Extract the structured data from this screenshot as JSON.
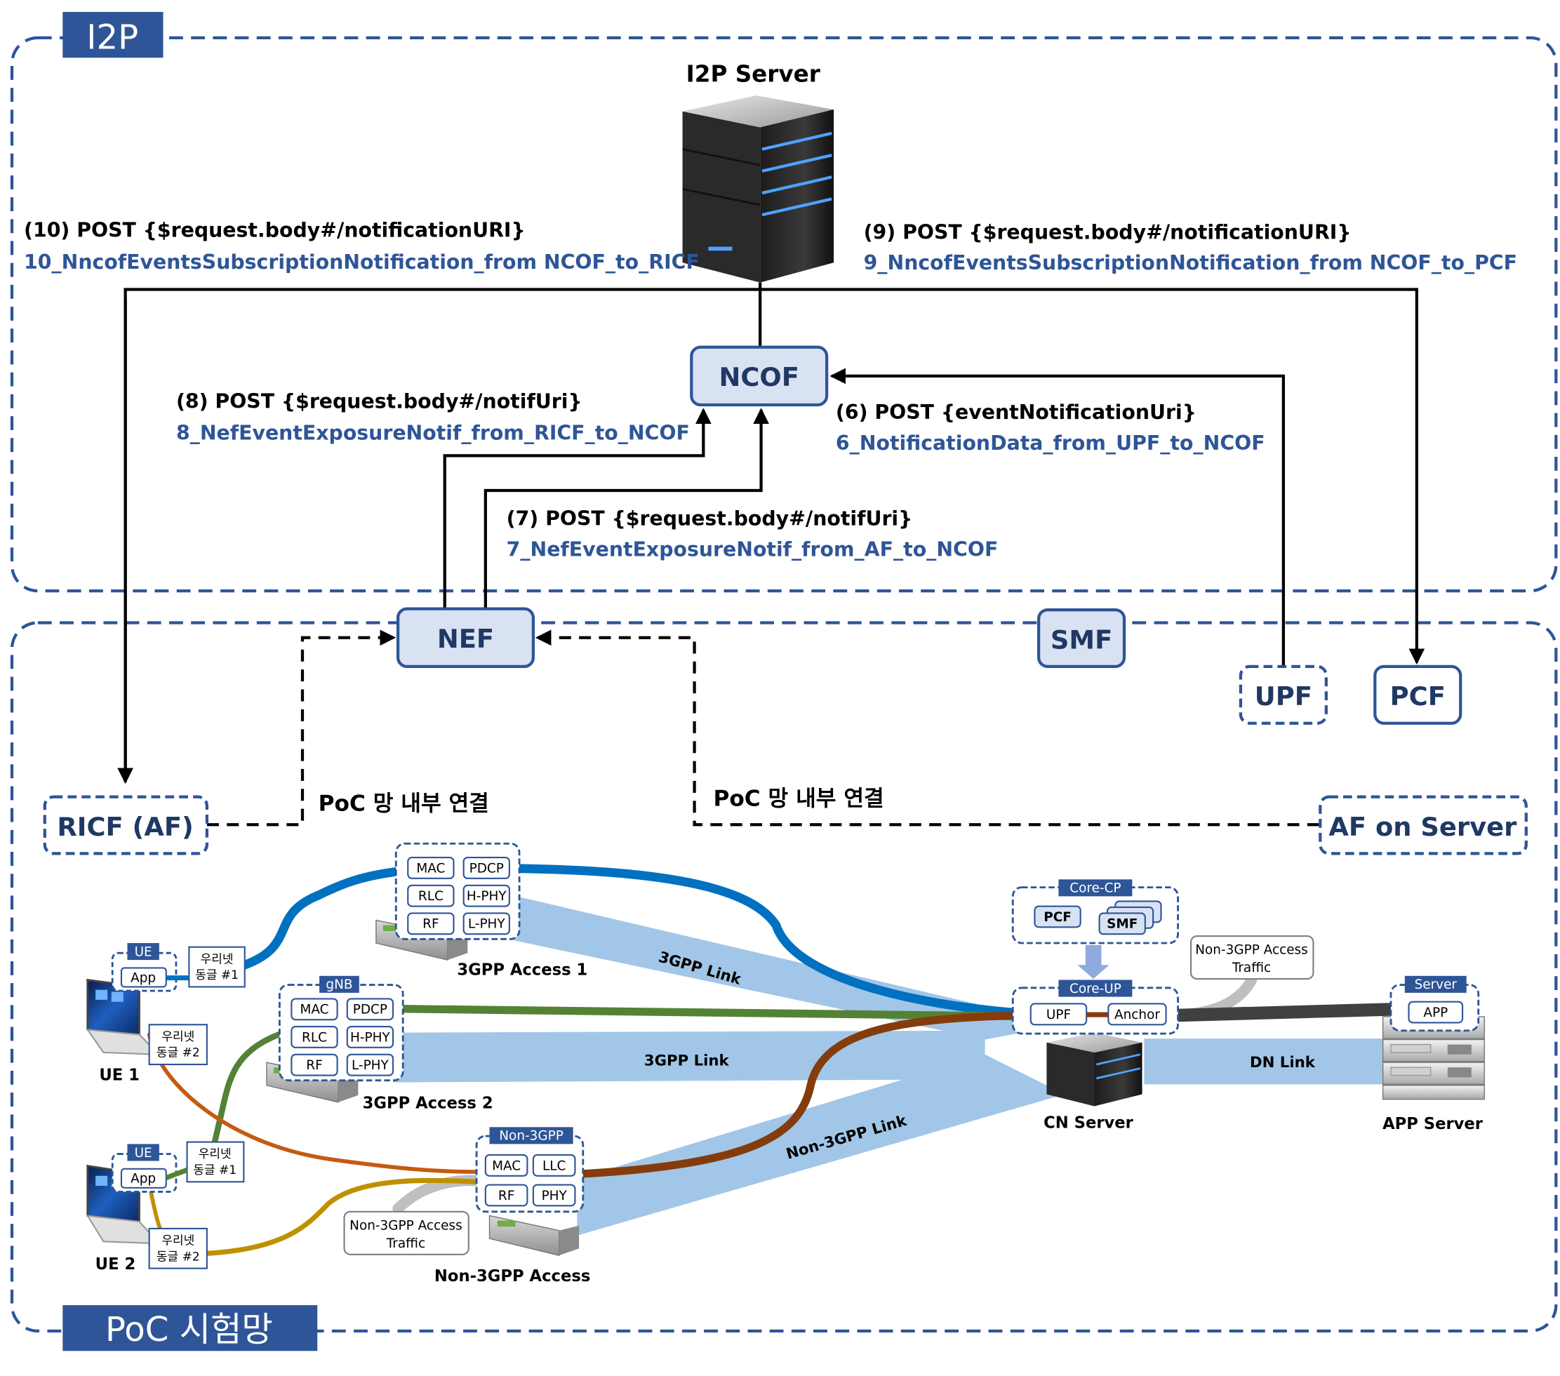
{
  "colors": {
    "frame": "#2e5597",
    "label_bg": "#2e5597",
    "box_fill": "#d9e2f3",
    "blue_text": "#2e5597",
    "link_light_blue": "#9dc3e6",
    "link_blue": "#0070c0",
    "link_green": "#548235",
    "link_orange": "#c55a11",
    "link_gold": "#bf9000",
    "link_gray": "#bfbfbf",
    "link_dark": "#404040"
  },
  "zones": {
    "i2p_label": "I2P",
    "poc_label": "PoC 시험망"
  },
  "i2p_server": {
    "title": "I2P Server",
    "icon": "server-tower-icon"
  },
  "nodes": {
    "ncof": "NCOF",
    "nef": "NEF",
    "smf": "SMF",
    "upf": "UPF",
    "pcf": "PCF",
    "ricf": "RICF (AF)",
    "af_server": "AF on Server"
  },
  "flows": [
    {
      "id": "10",
      "method": "(10) POST {$request.body#/notificationURI}",
      "name": "10_NncofEventsSubscriptionNotification_from NCOF_to_RICF"
    },
    {
      "id": "9",
      "method": "(9) POST {$request.body#/notificationURI}",
      "name": "9_NncofEventsSubscriptionNotification_from NCOF_to_PCF"
    },
    {
      "id": "8",
      "method": "(8) POST {$request.body#/notifUri}",
      "name": "8_NefEventExposureNotif_from_RICF_to_NCOF"
    },
    {
      "id": "6",
      "method": "(6) POST {eventNotificationUri}",
      "name": "6_NotificationData_from_UPF_to_NCOF"
    },
    {
      "id": "7",
      "method": "(7) POST {$request.body#/notifUri}",
      "name": "7_NefEventExposureNotif_from_AF_to_NCOF"
    }
  ],
  "internal_link_label": "PoC 망 내부 연결",
  "testbed": {
    "ue1": {
      "label": "UE 1",
      "ue_tag": "UE",
      "app": "App",
      "dongle1": [
        "우리넷",
        "동글 #1"
      ],
      "dongle2": [
        "우리넷",
        "동글 #2"
      ]
    },
    "ue2": {
      "label": "UE 2",
      "ue_tag": "UE",
      "app": "App",
      "dongle1": [
        "우리넷",
        "동글 #1"
      ],
      "dongle2": [
        "우리넷",
        "동글 #2"
      ]
    },
    "access1": {
      "label": "3GPP Access 1",
      "cells": [
        "MAC",
        "PDCP",
        "RLC",
        "H-PHY",
        "RF",
        "L-PHY"
      ]
    },
    "access2": {
      "label": "3GPP Access 2",
      "tag": "gNB",
      "cells": [
        "MAC",
        "PDCP",
        "RLC",
        "H-PHY",
        "RF",
        "L-PHY"
      ]
    },
    "non3gpp": {
      "label": "Non-3GPP Access",
      "tag": "Non-3GPP",
      "cells": [
        "MAC",
        "LLC",
        "RF",
        "PHY"
      ]
    },
    "core_cp": {
      "tag": "Core-CP",
      "pcf": "PCF",
      "smf": "SMF"
    },
    "core_up": {
      "tag": "Core-UP",
      "upf": "UPF",
      "anchor": "Anchor"
    },
    "cn_server": "CN Server",
    "app_server": {
      "label": "APP Server",
      "tag": "Server",
      "app": "APP"
    },
    "links": {
      "link1": "3GPP Link",
      "link2": "3GPP Link",
      "non3gpp_link": "Non-3GPP Link",
      "dn_link": "DN Link"
    },
    "traffic_left": [
      "Non-3GPP Access",
      "Traffic"
    ],
    "traffic_right": [
      "Non-3GPP Access",
      "Traffic"
    ]
  }
}
